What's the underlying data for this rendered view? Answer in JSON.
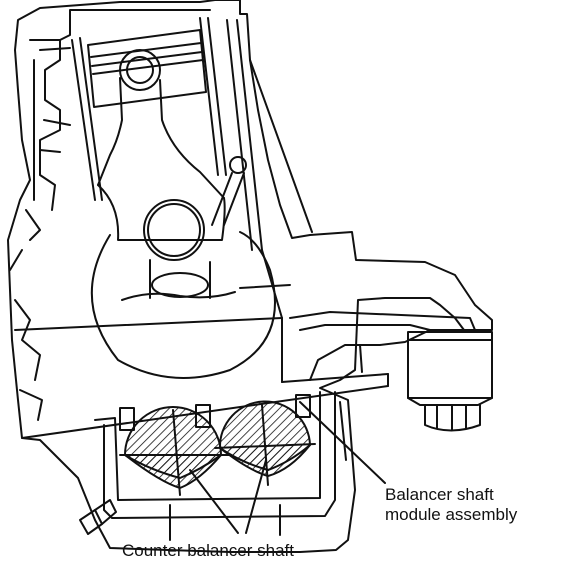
{
  "labels": {
    "balancer_line1": "Balancer shaft",
    "balancer_line2": "module assembly",
    "counter": "Counter balancer shaft"
  },
  "colors": {
    "ink": "#111111",
    "background": "#ffffff"
  }
}
